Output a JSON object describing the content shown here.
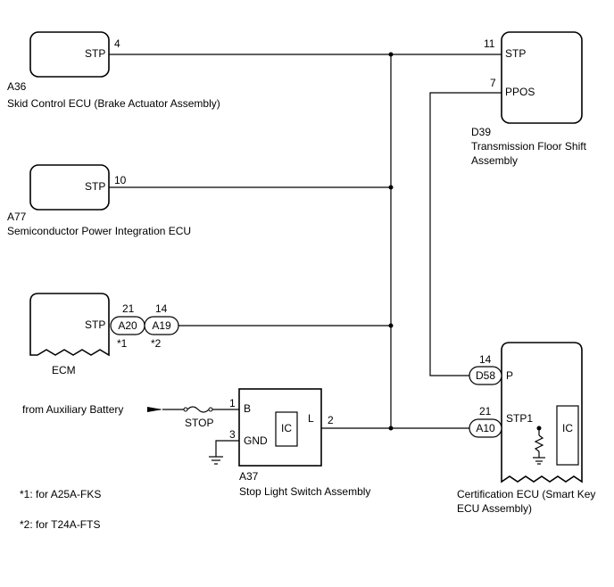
{
  "components": {
    "a36": {
      "code": "A36",
      "name": "Skid Control ECU (Brake Actuator Assembly)",
      "pin_label": "STP",
      "pin_no": "4"
    },
    "a77": {
      "code": "A77",
      "name": "Semiconductor Power Integration ECU",
      "pin_label": "STP",
      "pin_no": "10"
    },
    "ecm": {
      "name": "ECM",
      "pin_label": "STP",
      "pin_no_a20": "21",
      "pin_no_a19": "14",
      "conn_a20": "A20",
      "conn_a19": "A19",
      "note_a20": "*1",
      "note_a19": "*2"
    },
    "d39": {
      "code": "D39",
      "name_line1": "Transmission Floor Shift",
      "name_line2": "Assembly",
      "pin1_label": "STP",
      "pin1_no": "11",
      "pin2_label": "PPOS",
      "pin2_no": "7"
    },
    "a37": {
      "code": "A37",
      "name": "Stop Light Switch Assembly",
      "pin_b": "B",
      "pin_b_no": "1",
      "pin_gnd": "GND",
      "pin_gnd_no": "3",
      "pin_l": "L",
      "pin_l_no": "2",
      "ic": "IC"
    },
    "cert": {
      "name_line1": "Certification ECU (Smart Key",
      "name_line2": "ECU Assembly)",
      "conn_d58": "D58",
      "pin_p": "P",
      "pin_p_no": "14",
      "conn_a10": "A10",
      "pin_stp1": "STP1",
      "pin_stp1_no": "21",
      "ic": "IC"
    }
  },
  "power": {
    "source": "from Auxiliary Battery",
    "fuse": "STOP"
  },
  "notes": {
    "n1": "*1: for A25A-FKS",
    "n2": "*2: for T24A-FTS"
  }
}
